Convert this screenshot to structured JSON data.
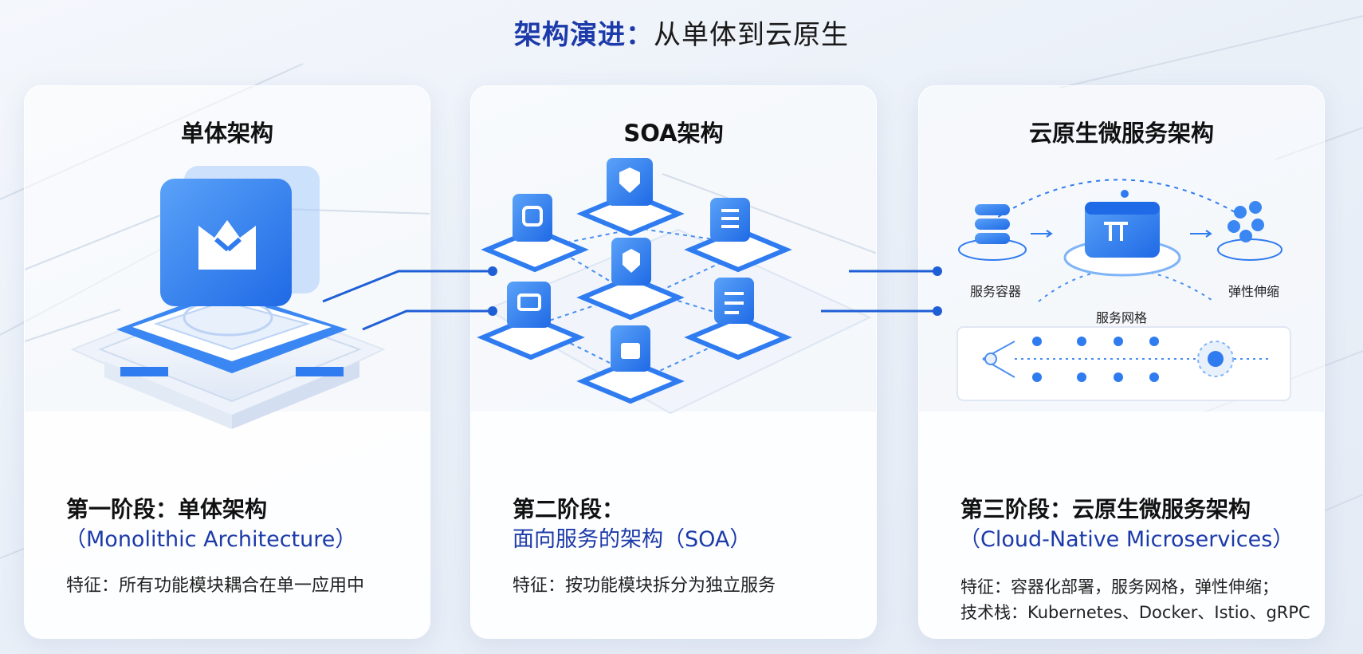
{
  "title": {
    "accent": "架构演进：",
    "rest": "从单体到云原生"
  },
  "cards": [
    {
      "heading": "单体架构",
      "stage_title": "第一阶段：单体架构",
      "stage_sub": "（Monolithic Architecture）",
      "features": [
        "特征：所有功能模块耦合在单一应用中"
      ]
    },
    {
      "heading": "SOA架构",
      "stage_title": "第二阶段：",
      "stage_sub": "面向服务的架构（SOA）",
      "features": [
        "特征：按功能模块拆分为独立服务"
      ]
    },
    {
      "heading": "云原生微服务架构",
      "stage_title": "第三阶段：云原生微服务架构",
      "stage_sub": "（Cloud-Native Microservices）",
      "features": [
        "特征：容器化部署，服务网格，弹性伸缩；",
        "技术栈：Kubernetes、Docker、Istio、gRPC"
      ]
    }
  ],
  "cloud_labels": {
    "container": "服务容器",
    "mesh": "服务网格",
    "scaling": "弹性伸缩"
  },
  "colors": {
    "accent": "#1c3aa9",
    "blue": "#2f7bf0",
    "light_blue": "#7fb4f7"
  }
}
